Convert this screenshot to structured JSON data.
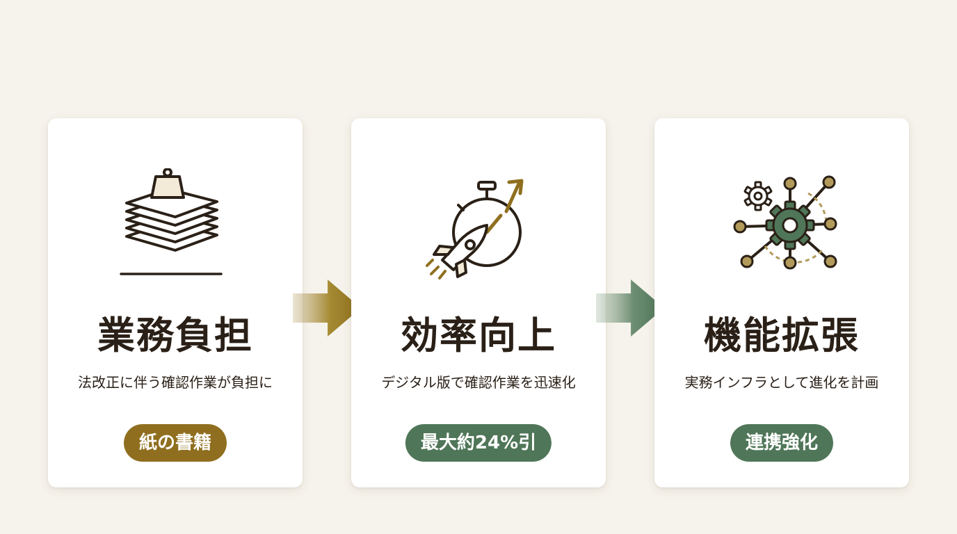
{
  "colors": {
    "background": "#f6f3ec",
    "card": "#ffffff",
    "text": "#2a2017",
    "gold": "#8f6f1f",
    "green": "#4f7658"
  },
  "steps": [
    {
      "icon": "weighted-paper-stack-icon",
      "title": "業務負担",
      "description": "法改正に伴う確認作業が負担に",
      "badge": "紙の書籍",
      "badge_color": "gold"
    },
    {
      "icon": "rocket-stopwatch-icon",
      "title": "効率向上",
      "description": "デジタル版で確認作業を迅速化",
      "badge": "最大約24%引",
      "badge_color": "green"
    },
    {
      "icon": "gear-network-icon",
      "title": "機能拡張",
      "description": "実務インフラとして進化を計画",
      "badge": "連携強化",
      "badge_color": "green"
    }
  ],
  "connectors": [
    {
      "icon": "arrow-right-icon",
      "color": "gold"
    },
    {
      "icon": "arrow-right-icon",
      "color": "green"
    }
  ]
}
